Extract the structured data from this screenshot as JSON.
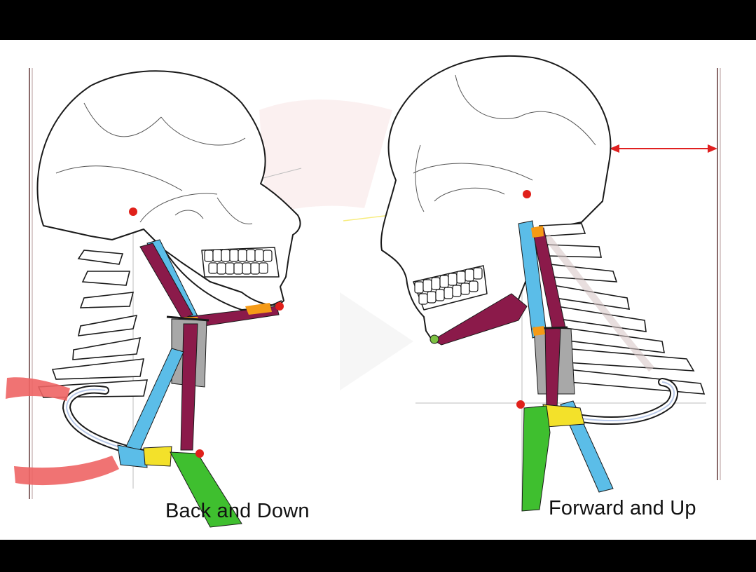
{
  "labels": {
    "left": "Back and Down",
    "right": "Forward and Up"
  },
  "colors": {
    "background": "#ffffff",
    "frame": "#000000",
    "outline": "#1a1a1a",
    "muscle_maroon": "#8b1a4a",
    "muscle_blue": "#5bbde8",
    "muscle_green": "#3fbf2f",
    "cartilage_gray": "#a8a8a8",
    "hyoid_yellow": "#f3e12a",
    "tendon_orange": "#f59a16",
    "landmark_red": "#e0201a",
    "landmark_green": "#7cc142",
    "arrow_red": "#e02020",
    "highlight_salmon": "#ee6464",
    "reference_line": "#8a6a6a"
  },
  "icons": {
    "left_figure": "skull-neck-extended",
    "right_figure": "skull-neck-flexed",
    "arrow": "double-headed-arrow"
  }
}
